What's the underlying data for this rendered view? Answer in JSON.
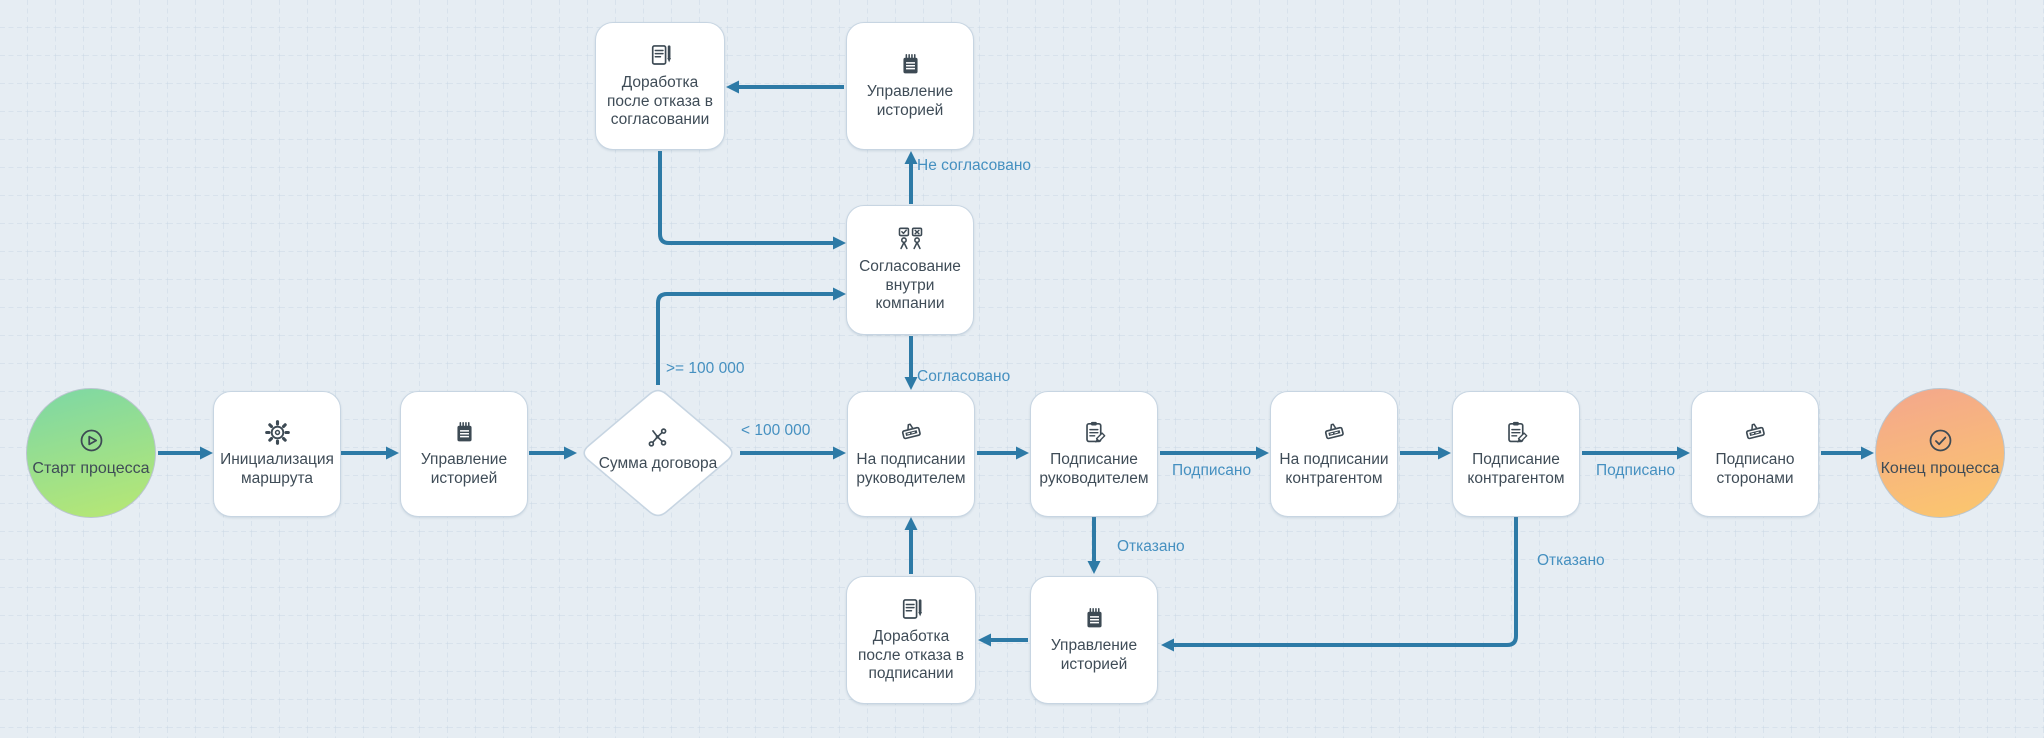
{
  "app": {
    "type": "business-process-diagram",
    "language": "ru"
  },
  "canvas": {
    "background": "#e6edf3",
    "grid_line_color": "#c9d8e4"
  },
  "colors": {
    "edge": "#2d7aa6",
    "edge_label": "#4590c0",
    "node_border": "#c7d5e2",
    "node_text": "#3f4c57",
    "start_gradient": [
      "#7fd8a3",
      "#b6e775"
    ],
    "end_gradient": [
      "#f4a88b",
      "#fbc66e"
    ]
  },
  "diagram": {
    "nodes": {
      "start": {
        "label": "Старт процесса",
        "icon": "play-circle-icon",
        "shape": "circle"
      },
      "init_route": {
        "label": "Инициализация маршрута",
        "icon": "gear-icon",
        "shape": "rect"
      },
      "history_main": {
        "label": "Управление историей",
        "icon": "notepad-icon",
        "shape": "rect"
      },
      "amount_gateway": {
        "label": "Сумма договора",
        "icon": "split-branch-icon",
        "shape": "diamond"
      },
      "rework_approval": {
        "label": "Доработка после отказа в согласовании",
        "icon": "document-edit-icon",
        "shape": "rect"
      },
      "history_top": {
        "label": "Управление историей",
        "icon": "notepad-icon",
        "shape": "rect"
      },
      "internal_approval": {
        "label": "Согласование внутри компании",
        "icon": "approvers-check-cross-icon",
        "shape": "rect"
      },
      "await_manager": {
        "label": "На подписании руководителем",
        "icon": "stamp-icon",
        "shape": "rect"
      },
      "sign_manager": {
        "label": "Подписание руководителем",
        "icon": "clipboard-edit-icon",
        "shape": "rect"
      },
      "await_counterparty": {
        "label": "На подписании контрагентом",
        "icon": "stamp-icon",
        "shape": "rect"
      },
      "sign_counterparty": {
        "label": "Подписание контрагентом",
        "icon": "clipboard-edit-icon",
        "shape": "rect"
      },
      "signed_parties": {
        "label": "Подписано сторонами",
        "icon": "stamp-icon",
        "shape": "rect"
      },
      "rework_signing": {
        "label": "Доработка после отказа в подписании",
        "icon": "document-edit-icon",
        "shape": "rect"
      },
      "history_bottom": {
        "label": "Управление историей",
        "icon": "notepad-icon",
        "shape": "rect"
      },
      "end": {
        "label": "Конец процесса",
        "icon": "check-circle-icon",
        "shape": "circle"
      }
    },
    "edge_labels": {
      "gte_100k": ">= 100 000",
      "lt_100k": "< 100 000",
      "not_approved": "Не согласовано",
      "approved": "Согласовано",
      "signed_manager": "Подписано",
      "signed_counterparty": "Подписано",
      "rejected_manager": "Отказано",
      "rejected_counterparty": "Отказано"
    }
  }
}
